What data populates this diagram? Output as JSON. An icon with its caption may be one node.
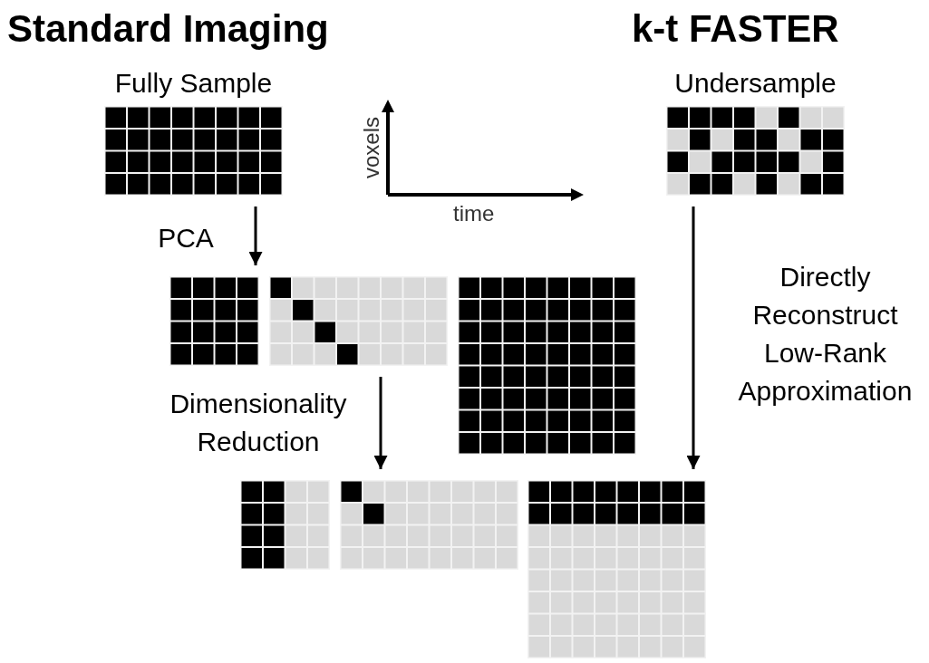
{
  "diagram": {
    "nodes": [
      {
        "text": [
          "Fully Sample"
        ]
      },
      {
        "text": [
          "Undersample"
        ]
      },
      {
        "text": [],
        "shape": "picture"
      },
      {
        "text": [],
        "shape": "picture"
      },
      {
        "text": [],
        "shape": "picture"
      },
      {
        "text": [],
        "shape": "picture"
      },
      {
        "text": [],
        "shape": "picture"
      },
      {
        "text": [],
        "shape": "picture"
      }
    ],
    "edges": [
      {
        "from": 0,
        "to": 2,
        "arrow": "to",
        "label": "PCA"
      },
      {
        "from": 3,
        "to": 6,
        "arrow": "to",
        "label": "Dimensionality Reduction"
      },
      {
        "from": 1,
        "to": 7,
        "arrow": "to",
        "label": "Directly Reconstruct Low-Rank Approximation"
      }
    ],
    "labels": [
      "Standard Imaging",
      "k-t FASTER",
      "voxels",
      "time"
    ]
  }
}
